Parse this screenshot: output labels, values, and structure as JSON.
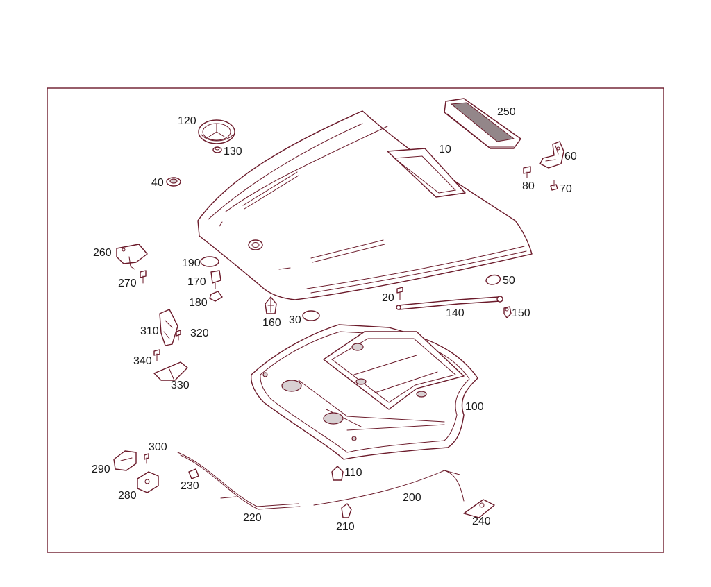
{
  "callouts": {
    "p10": "10",
    "p20": "20",
    "p30": "30",
    "p40": "40",
    "p50": "50",
    "p60": "60",
    "p70": "70",
    "p80": "80",
    "p100": "100",
    "p110": "110",
    "p120": "120",
    "p130": "130",
    "p140": "140",
    "p150": "150",
    "p160": "160",
    "p170": "170",
    "p180": "180",
    "p190": "190",
    "p200": "200",
    "p210": "210",
    "p220": "220",
    "p230": "230",
    "p240": "240",
    "p250": "250",
    "p260": "260",
    "p270": "270",
    "p280": "280",
    "p290": "290",
    "p300": "300",
    "p310": "310",
    "p320": "320",
    "p330": "330",
    "p340": "340"
  },
  "colors": {
    "line": "#6b1a2a",
    "text": "#1a1a1a",
    "background": "#ffffff"
  }
}
